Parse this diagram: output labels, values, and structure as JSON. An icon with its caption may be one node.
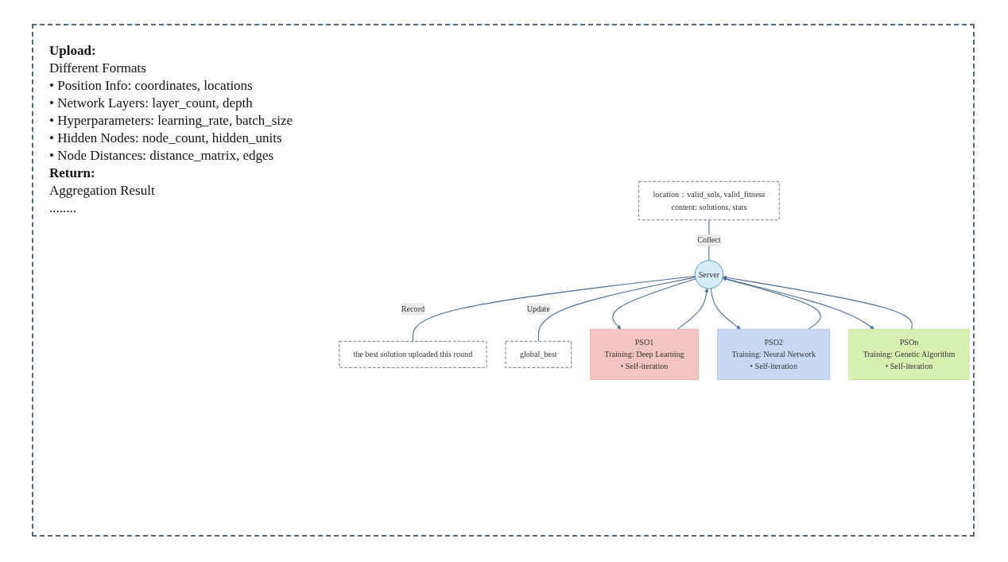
{
  "diagram": {
    "nodes": [
      {
        "text": [
          "location：valid_sols, valid_fitness",
          "content: solutions, stats"
        ]
      },
      {
        "text": [
          "Server"
        ]
      },
      {
        "text": [
          "the best solution uploaded this round"
        ]
      },
      {
        "text": [
          "global_best"
        ]
      },
      {
        "text": [
          "PSO1",
          "Training: Deep Learning",
          "• Self-iteration"
        ]
      },
      {
        "text": [
          "PSO2",
          "Training: Neural Network",
          "• Self-iteration"
        ]
      },
      {
        "text": [
          "PSOn",
          "Training: Genetic Algorithm",
          "• Self-iteration"
        ]
      }
    ],
    "edges": [
      {
        "from": 0,
        "to": 1,
        "arrow": "none",
        "label": "Collect"
      },
      {
        "from": 1,
        "to": 2,
        "arrow": "none",
        "label": "Record"
      },
      {
        "from": 1,
        "to": 3,
        "arrow": "none",
        "label": "Update"
      },
      {
        "from": 4,
        "to": 1,
        "arrow": "to"
      },
      {
        "from": 5,
        "to": 1,
        "arrow": "to"
      },
      {
        "from": 6,
        "to": 1,
        "arrow": "to"
      },
      {
        "from": 1,
        "to": 4,
        "arrow": "to"
      },
      {
        "from": 1,
        "to": 5,
        "arrow": "to"
      },
      {
        "from": 1,
        "to": 6,
        "arrow": "to"
      }
    ],
    "labels": [
      "Upload:",
      "Different Formats",
      "• Position Info: coordinates, locations",
      "• Network Layers: layer_count, depth",
      "• Hyperparameters: learning_rate, batch_size",
      "• Hidden Nodes: node_count, hidden_units",
      "• Node Distances: distance_matrix, edges",
      "Return:",
      "Aggregation Result",
      "........"
    ]
  }
}
